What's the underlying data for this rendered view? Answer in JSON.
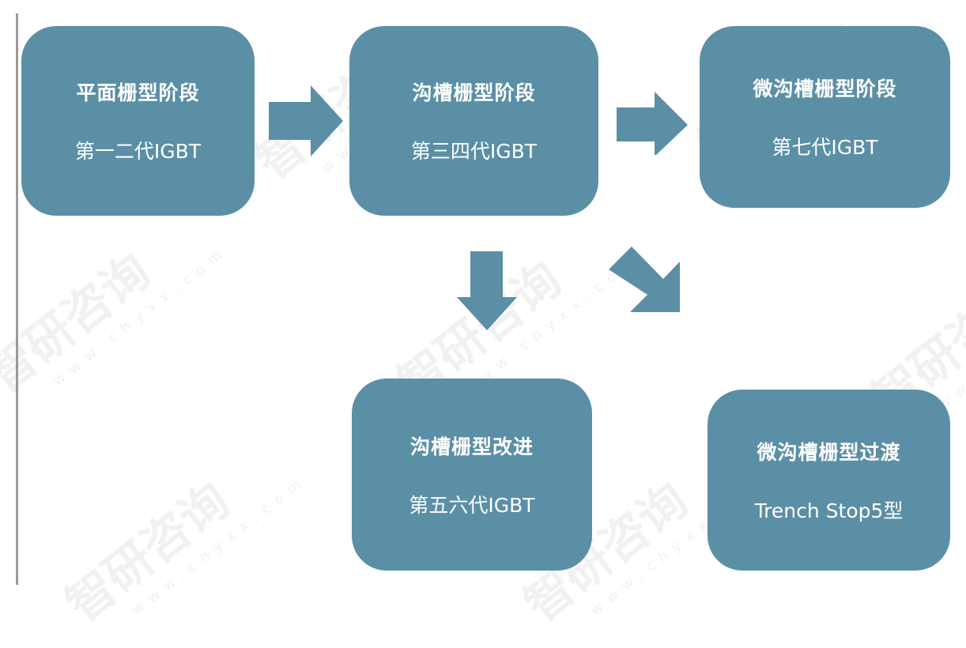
{
  "colors": {
    "node_fill": "#5b8fa6",
    "arrow_fill": "#5b8fa6",
    "text": "#ffffff"
  },
  "nodes": [
    {
      "id": "planar-gate",
      "title": "平面栅型阶段",
      "subtitle": "第一二代IGBT"
    },
    {
      "id": "trench-gate",
      "title": "沟槽栅型阶段",
      "subtitle": "第三四代IGBT"
    },
    {
      "id": "micro-trench-gate",
      "title": "微沟槽栅型阶段",
      "subtitle": "第七代IGBT"
    },
    {
      "id": "trench-gate-improved",
      "title": "沟槽栅型改进",
      "subtitle": "第五六代IGBT"
    },
    {
      "id": "micro-trench-transition",
      "title": "微沟槽栅型过渡",
      "subtitle": "Trench Stop5型"
    }
  ],
  "edges": [
    {
      "from": "planar-gate",
      "to": "trench-gate",
      "direction": "right"
    },
    {
      "from": "trench-gate",
      "to": "micro-trench-gate",
      "direction": "right"
    },
    {
      "from": "trench-gate",
      "to": "trench-gate-improved",
      "direction": "down"
    },
    {
      "from": "trench-gate",
      "to": "micro-trench-transition",
      "direction": "down-right"
    }
  ],
  "watermark": {
    "text": "智研咨询",
    "url": "www.chyxx.com"
  }
}
